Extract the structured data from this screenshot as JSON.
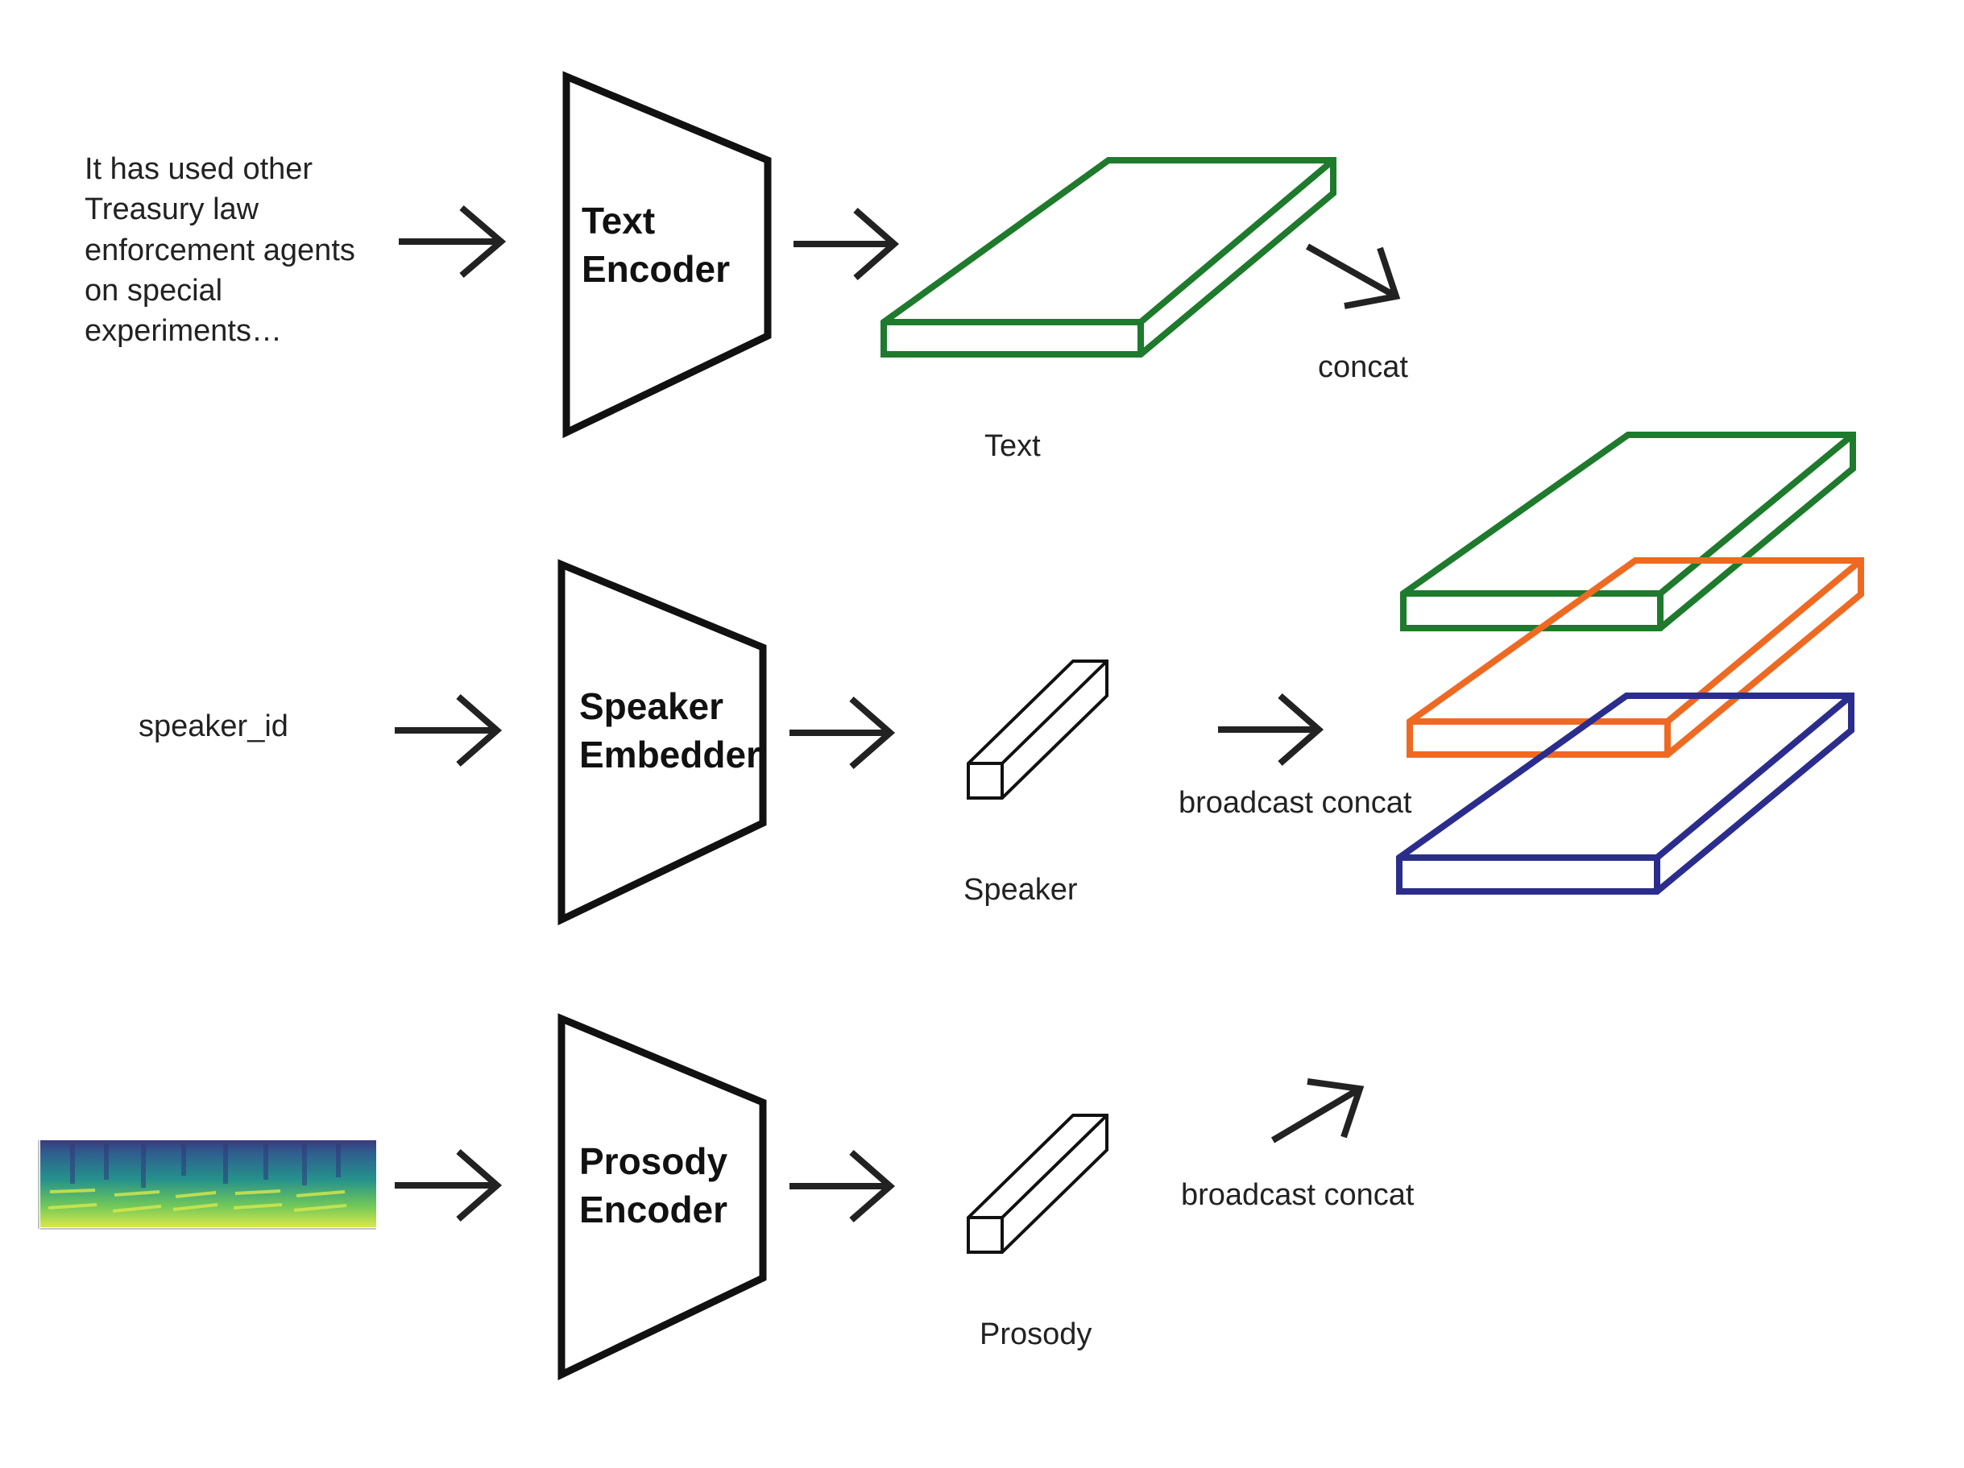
{
  "input_text": [
    "It has used other",
    "Treasury law",
    "enforcement agents",
    "on special",
    "experiments…"
  ],
  "speaker_input": "speaker_id",
  "blocks": {
    "text": [
      "Text",
      "Encoder"
    ],
    "speaker": [
      "Speaker",
      "Embedder"
    ],
    "prosody": [
      "Prosody",
      "Encoder"
    ]
  },
  "outputs": {
    "text": "Text",
    "speaker": "Speaker",
    "prosody": "Prosody"
  },
  "ops": {
    "text_concat": "concat",
    "speaker_concat": "broadcast concat",
    "prosody_concat": "broadcast concat"
  },
  "colors": {
    "text": "#1e7a2c",
    "speaker": "#ee6a22",
    "prosody": "#2b2d8c",
    "outline": "#111111"
  }
}
